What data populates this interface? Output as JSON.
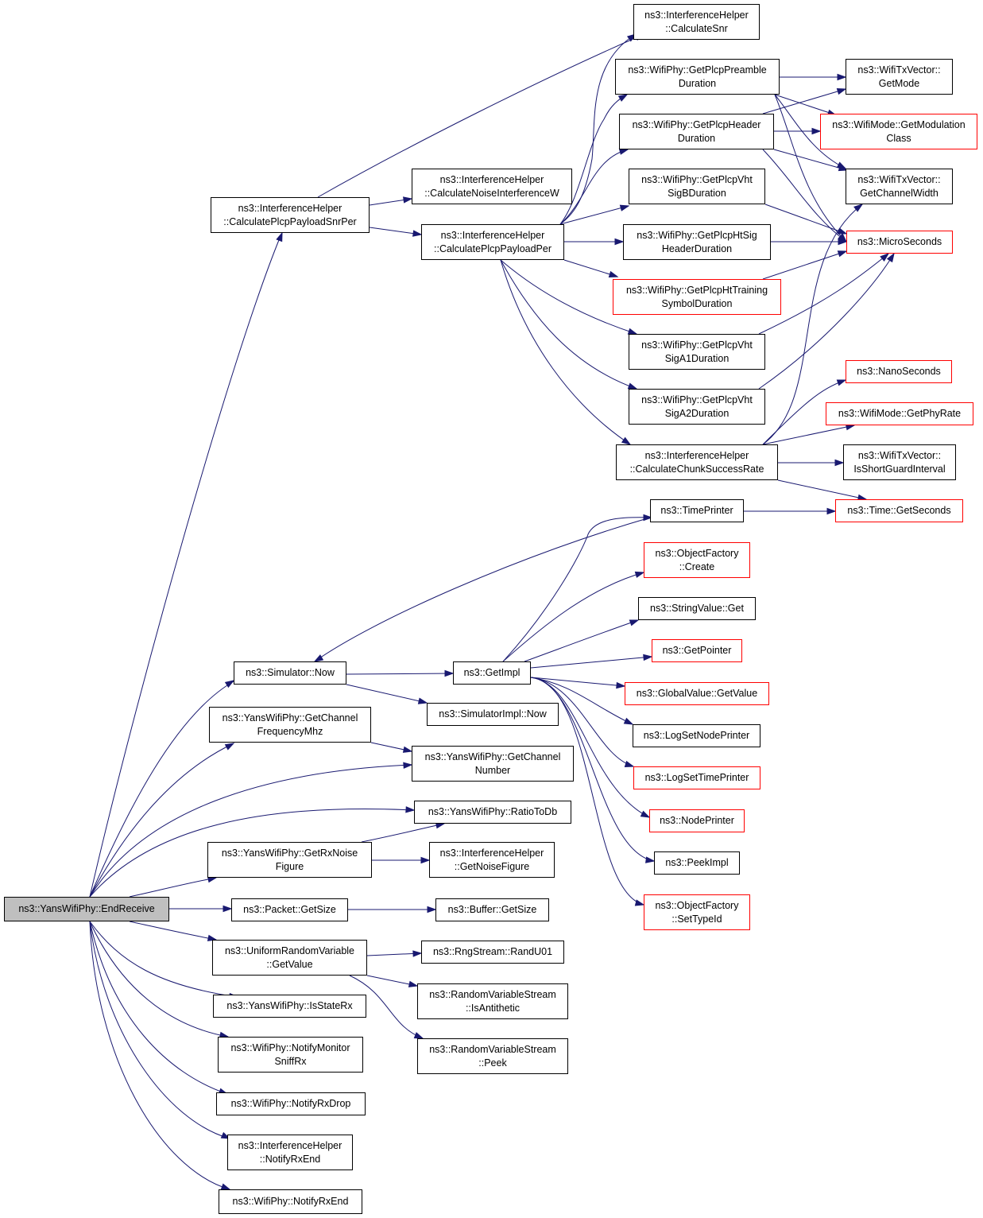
{
  "colors": {
    "edge": "#191970",
    "node_border": "#000000",
    "external_border": "#ff0000",
    "root_fill": "#bfbfbf"
  },
  "nodes": {
    "end_receive": "ns3::YansWifiPhy::EndReceive",
    "calc_plcp_payload_snr_per": "ns3::InterferenceHelper\n::CalculatePlcpPayloadSnrPer",
    "calc_snr": "ns3::InterferenceHelper\n::CalculateSnr",
    "calc_noise_interference_w": "ns3::InterferenceHelper\n::CalculateNoiseInterferenceW",
    "calc_plcp_payload_per": "ns3::InterferenceHelper\n::CalculatePlcpPayloadPer",
    "get_plcp_preamble_duration": "ns3::WifiPhy::GetPlcpPreamble\nDuration",
    "get_plcp_header_duration": "ns3::WifiPhy::GetPlcpHeader\nDuration",
    "get_plcp_vht_sigb_duration": "ns3::WifiPhy::GetPlcpVht\nSigBDuration",
    "get_plcp_ht_sig_header_duration": "ns3::WifiPhy::GetPlcpHtSig\nHeaderDuration",
    "get_plcp_ht_training_symbol_duration": "ns3::WifiPhy::GetPlcpHtTraining\nSymbolDuration",
    "get_plcp_vht_siga1_duration": "ns3::WifiPhy::GetPlcpVht\nSigA1Duration",
    "get_plcp_vht_siga2_duration": "ns3::WifiPhy::GetPlcpVht\nSigA2Duration",
    "calc_chunk_success_rate": "ns3::InterferenceHelper\n::CalculateChunkSuccessRate",
    "txvector_get_mode": "ns3::WifiTxVector::\nGetMode",
    "wifimode_get_modulation_class": "ns3::WifiMode::GetModulation\nClass",
    "txvector_get_channel_width": "ns3::WifiTxVector::\nGetChannelWidth",
    "micro_seconds": "ns3::MicroSeconds",
    "nano_seconds": "ns3::NanoSeconds",
    "wifimode_get_phy_rate": "ns3::WifiMode::GetPhyRate",
    "txvector_is_short_guard_interval": "ns3::WifiTxVector::\nIsShortGuardInterval",
    "time_get_seconds": "ns3::Time::GetSeconds",
    "time_printer": "ns3::TimePrinter",
    "object_factory_create": "ns3::ObjectFactory\n::Create",
    "string_value_get": "ns3::StringValue::Get",
    "get_pointer": "ns3::GetPointer",
    "global_value_get_value": "ns3::GlobalValue::GetValue",
    "log_set_node_printer": "ns3::LogSetNodePrinter",
    "log_set_time_printer": "ns3::LogSetTimePrinter",
    "node_printer": "ns3::NodePrinter",
    "peek_impl": "ns3::PeekImpl",
    "object_factory_set_type_id": "ns3::ObjectFactory\n::SetTypeId",
    "simulator_now": "ns3::Simulator::Now",
    "get_impl": "ns3::GetImpl",
    "simulator_impl_now": "ns3::SimulatorImpl::Now",
    "get_channel_frequency_mhz": "ns3::YansWifiPhy::GetChannel\nFrequencyMhz",
    "get_channel_number": "ns3::YansWifiPhy::GetChannel\nNumber",
    "ratio_to_db": "ns3::YansWifiPhy::RatioToDb",
    "get_rx_noise_figure": "ns3::YansWifiPhy::GetRxNoise\nFigure",
    "get_noise_figure": "ns3::InterferenceHelper\n::GetNoiseFigure",
    "packet_get_size": "ns3::Packet::GetSize",
    "buffer_get_size": "ns3::Buffer::GetSize",
    "uniform_rv_get_value": "ns3::UniformRandomVariable\n::GetValue",
    "rng_stream_rand_u01": "ns3::RngStream::RandU01",
    "rvs_is_antithetic": "ns3::RandomVariableStream\n::IsAntithetic",
    "rvs_peek": "ns3::RandomVariableStream\n::Peek",
    "is_state_rx": "ns3::YansWifiPhy::IsStateRx",
    "notify_monitor_sniff_rx": "ns3::WifiPhy::NotifyMonitor\nSniffRx",
    "notify_rx_drop": "ns3::WifiPhy::NotifyRxDrop",
    "ih_notify_rx_end": "ns3::InterferenceHelper\n::NotifyRxEnd",
    "wifiphy_notify_rx_end": "ns3::WifiPhy::NotifyRxEnd"
  }
}
